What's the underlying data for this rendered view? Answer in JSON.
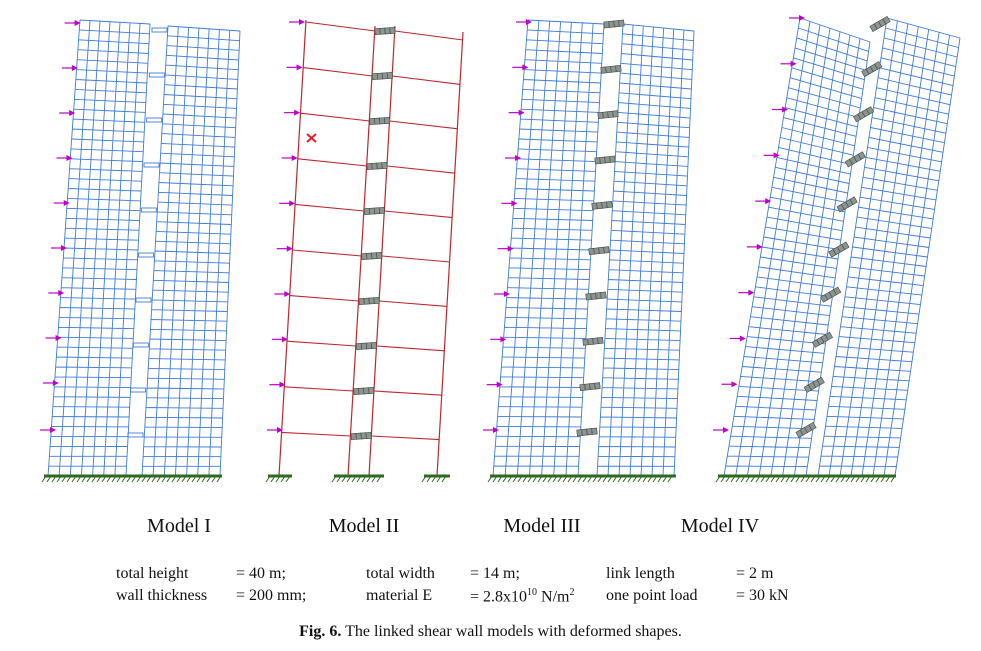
{
  "figure": {
    "models": [
      {
        "label": "Model I",
        "type": "shell",
        "color": "#3d7bd9"
      },
      {
        "label": "Model II",
        "type": "frame",
        "color": "#c0262c",
        "marker": "x"
      },
      {
        "label": "Model III",
        "type": "shell-link",
        "color": "#3d7bd9"
      },
      {
        "label": "Model IV",
        "type": "shell-link",
        "color": "#3d7bd9"
      }
    ],
    "colors": {
      "mesh": "#3d7bd9",
      "frame": "#c0262c",
      "link": "#8c9590",
      "load_arrow": "#c000c8",
      "support": "#2c6a1f"
    },
    "floors": 10
  },
  "params": {
    "row1": [
      {
        "name": "total height",
        "value": "= 40 m;"
      },
      {
        "name": "total width",
        "value": "= 14 m;"
      },
      {
        "name": "link length",
        "value": "= 2 m"
      }
    ],
    "row2": [
      {
        "name": "wall thickness",
        "value": "= 200 mm;"
      },
      {
        "name": "material E",
        "value_prefix": "= 2.8x10",
        "value_sup": "10",
        "value_mid": " N/m",
        "value_sup2": "2"
      },
      {
        "name": "one point load",
        "value": "= 30 kN"
      }
    ]
  },
  "caption": {
    "label": "Fig. 6.",
    "text": "The linked shear wall models with deformed shapes."
  }
}
